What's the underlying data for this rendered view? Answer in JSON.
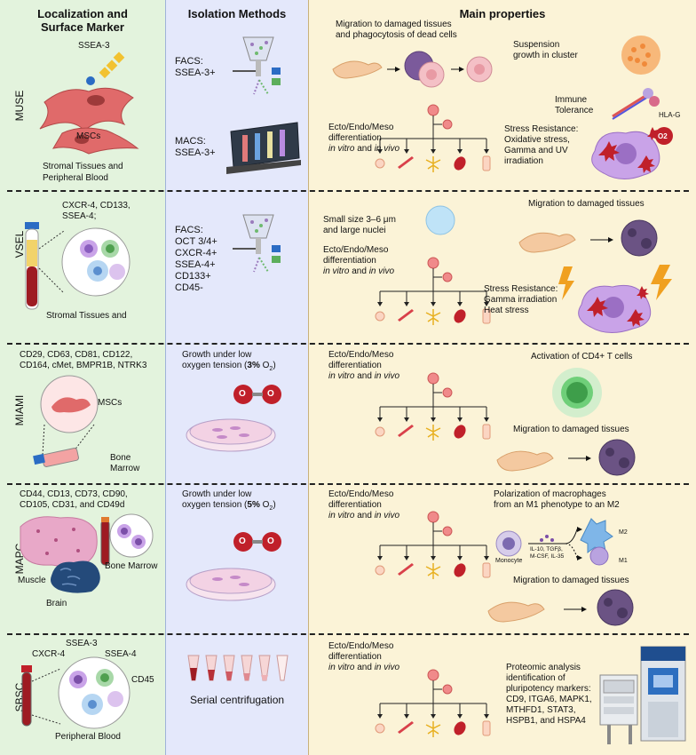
{
  "headers": {
    "col1a": "Localization and",
    "col1b": "Surface Marker",
    "col2": "Isolation Methods",
    "col3": "Main properties"
  },
  "rows": {
    "muse": "MUSE",
    "vsel": "VSEL",
    "miami": "MIAMI",
    "mapc": "MAPC",
    "sbsc": "SBSC"
  },
  "muse": {
    "ssea3": "SSEA-3",
    "mscs": "MSCs",
    "src1": "Stromal Tissues and",
    "src2": "Peripheral Blood",
    "facs1": "FACS:",
    "facs2": "SSEA-3+",
    "macs1": "MACS:",
    "macs2": "SSEA-3+",
    "mig1": "Migration to damaged tissues",
    "mig2": "and phagocytosis of dead cells",
    "susp1": "Suspension",
    "susp2": "growth in cluster",
    "imm1": "Immune",
    "imm2": "Tolerance",
    "hlag": "HLA-G",
    "diff1": "Ecto/Endo/Meso",
    "diff2": "differentiation",
    "diff3a": "in vitro",
    "diff3b": " and ",
    "diff3c": "in vivo",
    "stress1": "Stress Resistance:",
    "stress2": "Oxidative stress,",
    "stress3": "Gamma and UV",
    "stress4": "irradiation",
    "o2": "O2"
  },
  "vsel": {
    "m1": "CXCR-4, CD133,",
    "m2": "SSEA-4;",
    "src": "Stromal Tissues and",
    "f1": "FACS:",
    "f2": "OCT 3/4+",
    "f3": "CXCR-4+",
    "f4": "SSEA-4+",
    "f5": "CD133+",
    "f6": "CD45-",
    "small1": "Small size 3–6 μm",
    "small2": "and large nuclei",
    "diff1": "Ecto/Endo/Meso",
    "diff2": "differentiation",
    "diff3a": "in vitro",
    "diff3b": " and ",
    "diff3c": "in vivo",
    "mig": "Migration to damaged tissues",
    "stress1": "Stress Resistance:",
    "stress2": "Gamma irradiation",
    "stress3": "Heat stress"
  },
  "miami": {
    "m1": "CD29, CD63, CD81, CD122,",
    "m2": "CD164, cMet, BMPR1B, NTRK3",
    "mscs": "MSCs",
    "bone1": "Bone",
    "bone2": "Marrow",
    "g1": "Growth under low",
    "g2a": "oxygen tension (",
    "g2b": "3%",
    "g2c": " O",
    "g2d": "2",
    ")": ")",
    "diff1": "Ecto/Endo/Meso",
    "diff2": "differentiation",
    "diff3a": "in vitro",
    "diff3b": " and ",
    "diff3c": "in vivo",
    "act": "Activation of CD4+ T cells",
    "mig": "Migration to damaged tissues",
    "o": "O"
  },
  "mapc": {
    "m1": "CD44, CD13, CD73, CD90,",
    "m2": "CD105, CD31, and CD49d",
    "muscle": "Muscle",
    "bone": "Bone Marrow",
    "brain": "Brain",
    "g1": "Growth under low",
    "g2a": "oxygen tension (",
    "g2b": "5%",
    "g2c": " O",
    "g2d": "2",
    "diff1": "Ecto/Endo/Meso",
    "diff2": "differentiation",
    "diff3a": "in vitro",
    "diff3b": " and ",
    "diff3c": "in vivo",
    "pol1": "Polarization of macrophages",
    "pol2": "from an M1  phenotype to an M2",
    "mono": "Monocyte",
    "cyt1": "IL-10, TGFβ,",
    "cyt2": "M-CSF, IL-35",
    "m2lab": "M2",
    "m1lab": "M1",
    "mig": "Migration to damaged tissues",
    "o": "O"
  },
  "sbsc": {
    "ssea3": "SSEA-3",
    "cxcr4": "CXCR-4",
    "ssea4": "SSEA-4",
    "cd45": "CD45",
    "pb": "Peripheral Blood",
    "serial": "Serial centrifugation",
    "diff1": "Ecto/Endo/Meso",
    "diff2": "differentiation",
    "diff3a": "in vitro",
    "diff3b": " and ",
    "diff3c": "in vivo",
    "p1": "Proteomic analysis",
    "p2": "identification of",
    "p3": "pluripotency markers:",
    "p4": "CD9, ITGA6, MAPK1,",
    "p5": "MTHFD1, STAT3,",
    "p6": "HSPB1, and HSPA4"
  },
  "colors": {
    "green": "#e3f3dd",
    "blue": "#e4e8fb",
    "yellow": "#fbf3d7",
    "cell": "#e06a6a",
    "fibro": "#f4c9a0",
    "macro": "#9b7bbd"
  }
}
